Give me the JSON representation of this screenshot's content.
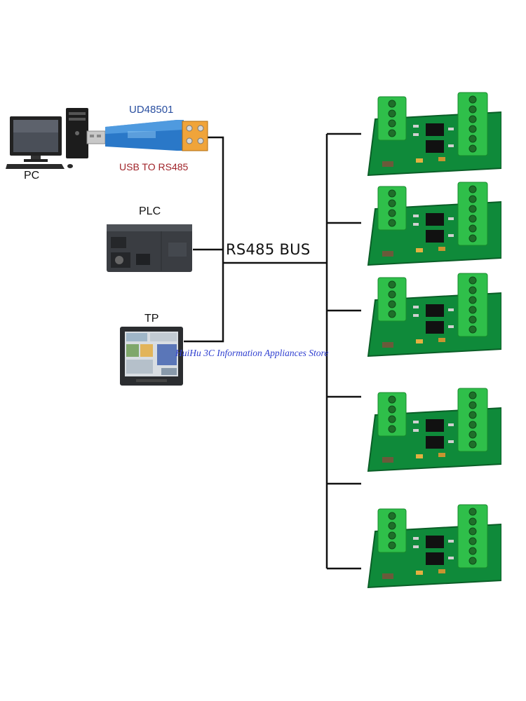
{
  "diagram": {
    "bus_label": "RS485 BUS",
    "watermark": "HuiHu 3C Information Appliances Store",
    "devices": {
      "pc": {
        "label": "PC"
      },
      "converter": {
        "model": "UD48501",
        "caption": "USB TO RS485"
      },
      "plc": {
        "label": "PLC"
      },
      "tp": {
        "label": "TP"
      }
    },
    "modules": [
      {
        "name": "rs485-module-1"
      },
      {
        "name": "rs485-module-2"
      },
      {
        "name": "rs485-module-3"
      },
      {
        "name": "rs485-module-4"
      },
      {
        "name": "rs485-module-5"
      }
    ],
    "colors": {
      "wire": "#111111",
      "pcb": "#0f8a3a",
      "terminal": "#2fbf4a",
      "converter_blue": "#2a78c8",
      "converter_label": "#a0242a",
      "model_label": "#2a4fa0"
    }
  }
}
